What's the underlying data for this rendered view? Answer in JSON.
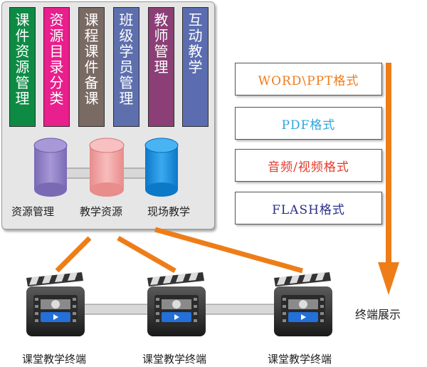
{
  "modules": [
    {
      "chars": [
        "课",
        "件",
        "资",
        "源",
        "管",
        "理"
      ],
      "color": "#0e8a45"
    },
    {
      "chars": [
        "资",
        "源",
        "目",
        "录",
        "分",
        "类"
      ],
      "color": "#e81f8c"
    },
    {
      "chars": [
        "课",
        "程",
        "课",
        "件",
        "备",
        "课"
      ],
      "color": "#7a6a64"
    },
    {
      "chars": [
        "班",
        "级",
        "学",
        "员",
        "管",
        "理"
      ],
      "color": "#5e6fae"
    },
    {
      "chars": [
        "教",
        "师",
        "管",
        "理"
      ],
      "color": "#8c3f76"
    },
    {
      "chars": [
        "互",
        "动",
        "教",
        "学"
      ],
      "color": "#5b6db0"
    }
  ],
  "databases": [
    {
      "label": "资源管理",
      "color": "#9080c4"
    },
    {
      "label": "教学资源",
      "color": "#f0a0a0"
    },
    {
      "label": "现场教学",
      "color": "#1a8fe0"
    }
  ],
  "formats": [
    {
      "label": "WORD\\PPT格式",
      "color": "#f07b1a"
    },
    {
      "label": "PDF格式",
      "color": "#2ea5e0"
    },
    {
      "label": "音频/视频格式",
      "color": "#e03a2a"
    },
    {
      "label": "FLASH格式",
      "color": "#2a2f86"
    }
  ],
  "terminals": [
    {
      "label": "课堂教学终端"
    },
    {
      "label": "课堂教学终端"
    },
    {
      "label": "课堂教学终端"
    }
  ],
  "display_label": "终端展示",
  "accent_color": "#ee7d18"
}
